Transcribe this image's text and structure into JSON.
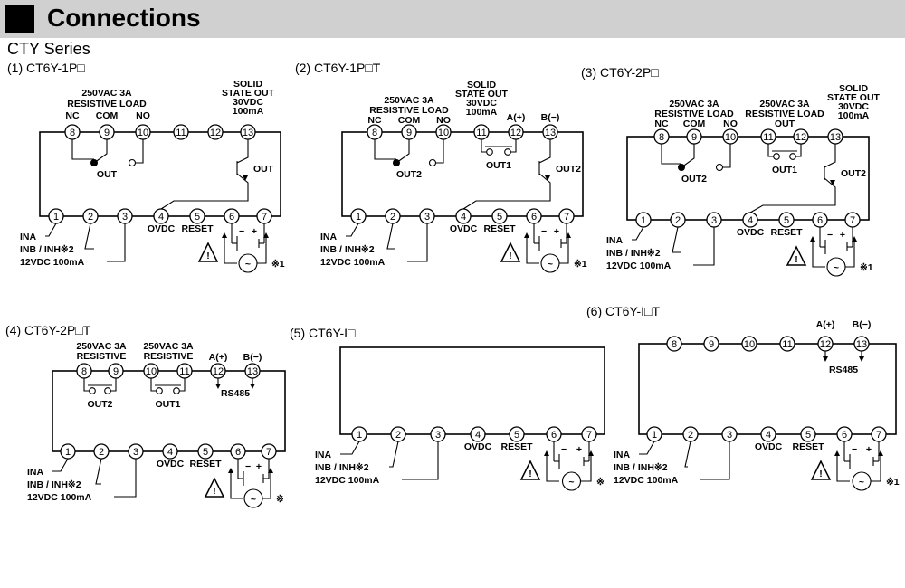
{
  "header": {
    "title": "Connections"
  },
  "series_label": "CTY Series",
  "diagrams": [
    {
      "title": "(1) CT6Y-1P□",
      "relay_load": [
        "250VAC 3A",
        "RESISTIVE LOAD"
      ],
      "relay_terms": [
        "NC",
        "COM",
        "NO"
      ],
      "relay_out": "OUT",
      "solid_state": [
        "SOLID",
        "STATE OUT",
        "30VDC",
        "100mA"
      ],
      "solid_out": "OUT",
      "top_terms": [
        "8",
        "9",
        "10",
        "11",
        "12",
        "13"
      ],
      "bottom_terms": [
        "1",
        "2",
        "3",
        "4",
        "5",
        "6",
        "7"
      ],
      "ovdc": "OVDC",
      "reset": "RESET",
      "ina": "INA",
      "inb": "INB / INH※2",
      "power": "12VDC 100mA",
      "note": "※1"
    },
    {
      "title": "(2) CT6Y-1P□T",
      "relay_load": [
        "250VAC 3A",
        "RESISTIVE LOAD"
      ],
      "relay_terms": [
        "NC",
        "COM",
        "NO"
      ],
      "relay_out": "OUT2",
      "solid_state": [
        "SOLID",
        "STATE OUT",
        "30VDC",
        "100mA"
      ],
      "out1": "OUT1",
      "ab": [
        "A(+)",
        "B(−)"
      ],
      "solid_out": "OUT2",
      "top_terms": [
        "8",
        "9",
        "10",
        "11",
        "12",
        "13"
      ],
      "bottom_terms": [
        "1",
        "2",
        "3",
        "4",
        "5",
        "6",
        "7"
      ],
      "ovdc": "OVDC",
      "reset": "RESET",
      "ina": "INA",
      "inb": "INB / INH※2",
      "power": "12VDC 100mA",
      "note": "※1"
    },
    {
      "title": "(3) CT6Y-2P□",
      "relay_load": [
        "250VAC 3A",
        "RESISTIVE LOAD"
      ],
      "relay_terms": [
        "NC",
        "COM",
        "NO"
      ],
      "relay_out": "OUT2",
      "load2": [
        "250VAC 3A",
        "RESISTIVE LOAD",
        "OUT"
      ],
      "out1": "OUT1",
      "solid_state": [
        "SOLID",
        "STATE OUT",
        "30VDC",
        "100mA"
      ],
      "solid_out": "OUT2",
      "top_terms": [
        "8",
        "9",
        "10",
        "11",
        "12",
        "13"
      ],
      "bottom_terms": [
        "1",
        "2",
        "3",
        "4",
        "5",
        "6",
        "7"
      ],
      "ovdc": "OVDC",
      "reset": "RESET",
      "ina": "INA",
      "inb": "INB / INH※2",
      "power": "12VDC 100mA",
      "note": "※1"
    },
    {
      "title": "(4) CT6Y-2P□T",
      "load_a": [
        "250VAC 3A",
        "RESISTIVE"
      ],
      "load_b": [
        "250VAC 3A",
        "RESISTIVE"
      ],
      "out2": "OUT2",
      "out1": "OUT1",
      "ab": [
        "A(+)",
        "B(−)"
      ],
      "rs485": "RS485",
      "top_terms": [
        "8",
        "9",
        "10",
        "11",
        "12",
        "13"
      ],
      "bottom_terms": [
        "1",
        "2",
        "3",
        "4",
        "5",
        "6",
        "7"
      ],
      "ovdc": "OVDC",
      "reset": "RESET",
      "ina": "INA",
      "inb": "INB / INH※2",
      "power": "12VDC 100mA",
      "note": "※"
    },
    {
      "title": "(5) CT6Y-I□",
      "bottom_terms": [
        "1",
        "2",
        "3",
        "4",
        "5",
        "6",
        "7"
      ],
      "ovdc": "OVDC",
      "reset": "RESET",
      "ina": "INA",
      "inb": "INB / INH※2",
      "power": "12VDC 100mA",
      "note": "※"
    },
    {
      "title": "(6) CT6Y-I□T",
      "ab": [
        "A(+)",
        "B(−)"
      ],
      "rs485": "RS485",
      "top_terms": [
        "8",
        "9",
        "10",
        "11",
        "12",
        "13"
      ],
      "bottom_terms": [
        "1",
        "2",
        "3",
        "4",
        "5",
        "6",
        "7"
      ],
      "ovdc": "OVDC",
      "reset": "RESET",
      "ina": "INA",
      "inb": "INB / INH※2",
      "power": "12VDC 100mA",
      "note": "※1"
    }
  ]
}
